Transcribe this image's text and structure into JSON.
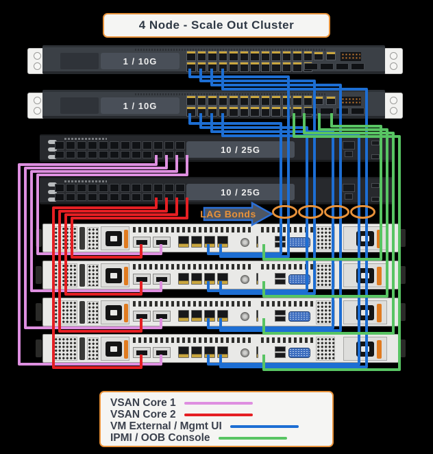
{
  "title": "4 Node - Scale Out Cluster",
  "switches": [
    {
      "label": "1 / 10G"
    },
    {
      "label": "1 / 10G"
    },
    {
      "label": "10 / 25G"
    },
    {
      "label": "10 / 25G"
    }
  ],
  "lag": {
    "label": "LAG Bonds"
  },
  "legend": {
    "items": [
      {
        "label": "VSAN Core 1",
        "color": "#de8fe0"
      },
      {
        "label": "VSAN Core 2",
        "color": "#e51f23"
      },
      {
        "label": "VM External / Mgmt UI",
        "color": "#1d6ed3"
      },
      {
        "label": "IPMI / OOB Console",
        "color": "#58c463"
      }
    ]
  },
  "colors": {
    "accent": "#e8923a",
    "vsan1": "#de8fe0",
    "vsan2": "#e51f23",
    "vm": "#1d6ed3",
    "ipmi": "#58c463",
    "arrowFill": "#4e5663",
    "arrowStroke": "#2b6fd6",
    "lagText": "#e8923a"
  }
}
